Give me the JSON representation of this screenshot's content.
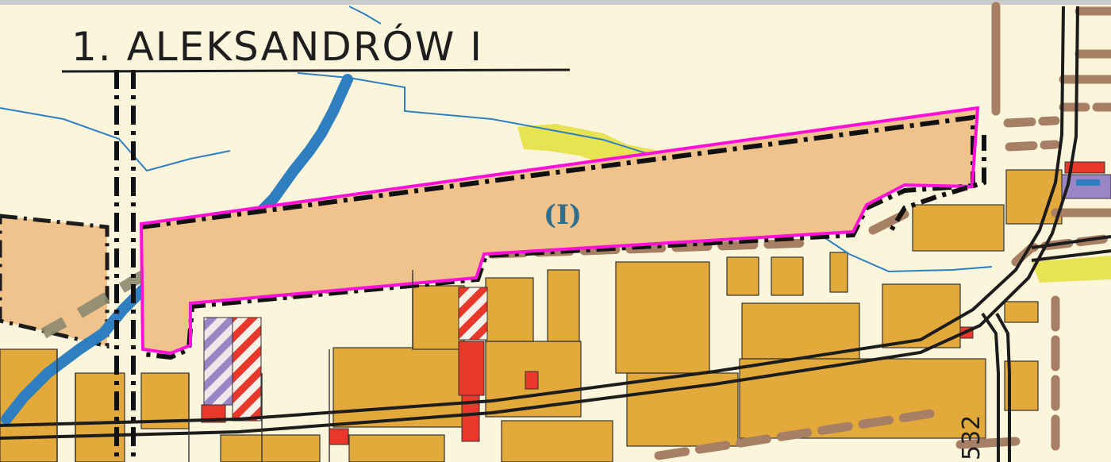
{
  "map": {
    "title": "1. ALEKSANDRÓW I",
    "zone_label": "(I)",
    "road_number": "532"
  },
  "colors": {
    "paper": "#fbf5dc",
    "development_zone": "#f0c38c",
    "built_area": "#e3a93a",
    "boundary_highlight": "#ff10d8",
    "water": "#2f7fc0",
    "road_line": "#1c1c1c",
    "planned_road": "#a77f64",
    "red_block": "#e8372b",
    "violet_block": "#9a86c4",
    "greenery": "#e3df3a"
  },
  "icons": {
    "boundary_dash_dot": "dash-dot-line",
    "hatched_plot": "diagonal-hatch"
  }
}
